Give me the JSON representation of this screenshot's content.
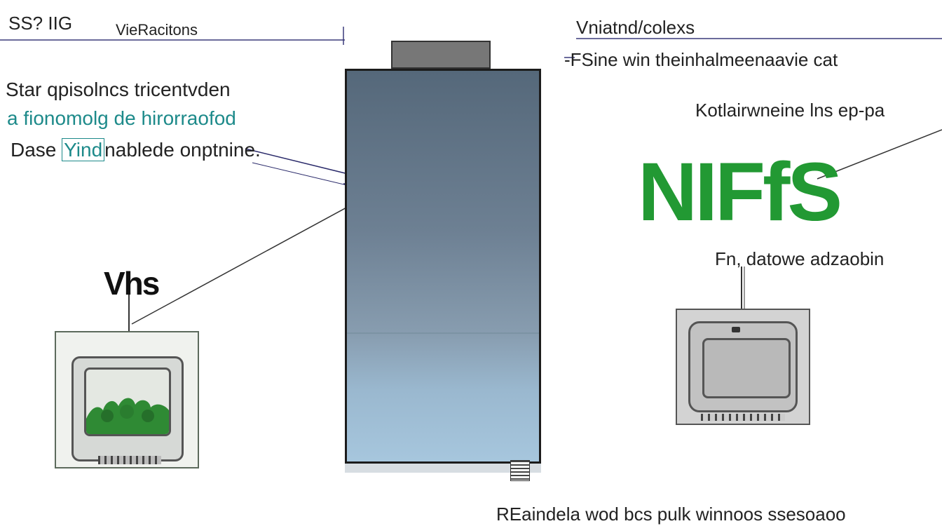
{
  "header": {
    "left_label": "SS? IIG",
    "title": "VieRacitons",
    "right_title": "Vniatnd/colexs",
    "right_subtitle": "-FSine win theinhalmeenaavie cat"
  },
  "left_block": {
    "line1": "Star qpisolncs tricentvden",
    "line2": "a fionomolg de hirorraofod",
    "line3_prefix": "Dase ",
    "line3_highlight": "Yind",
    "line3_suffix": "nablede onptnine.",
    "heading": "Vhs"
  },
  "right_block": {
    "note": "Kotlairwneine lns ep-pa",
    "brand": "NIFfS",
    "subnote": "Fn, datowe adzaobin"
  },
  "footer": {
    "text": "REaindela wod bcs pulk winnoos ssesoaoo"
  },
  "colors": {
    "accent_teal": "#1d8a8a",
    "brand_green": "#229933",
    "panel_dark": "#55687a",
    "panel_light": "#a8c8df"
  }
}
